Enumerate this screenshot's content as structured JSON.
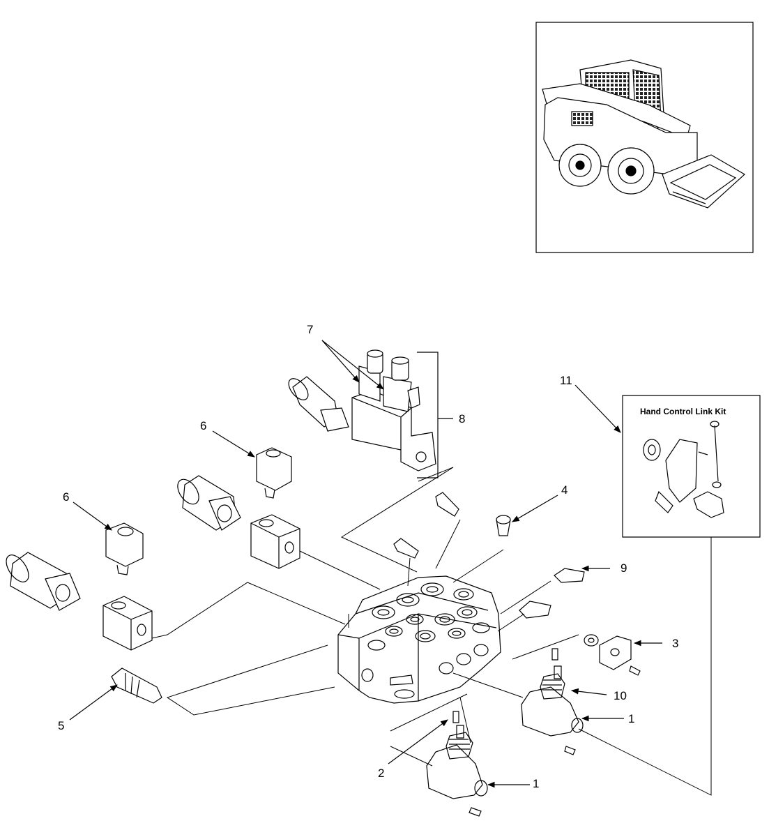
{
  "diagram": {
    "inset": {
      "content": "skid-steer-loader-illustration"
    },
    "kit_box": {
      "title": "Hand Control Link Kit"
    },
    "callouts": [
      {
        "id": "c7",
        "text": "7"
      },
      {
        "id": "c8",
        "text": "8"
      },
      {
        "id": "c6a",
        "text": "6"
      },
      {
        "id": "c6b",
        "text": "6"
      },
      {
        "id": "c4",
        "text": "4"
      },
      {
        "id": "c9",
        "text": "9"
      },
      {
        "id": "c3",
        "text": "3"
      },
      {
        "id": "c10",
        "text": "10"
      },
      {
        "id": "c1a",
        "text": "1"
      },
      {
        "id": "c1b",
        "text": "1"
      },
      {
        "id": "c2",
        "text": "2"
      },
      {
        "id": "c5",
        "text": "5"
      },
      {
        "id": "c11",
        "text": "11"
      }
    ]
  }
}
